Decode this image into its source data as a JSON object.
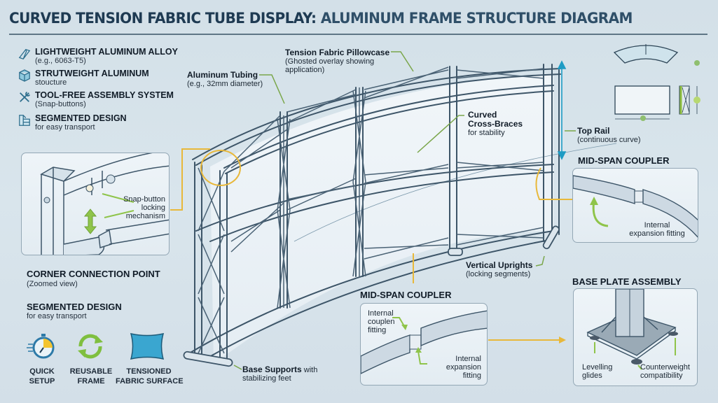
{
  "title": {
    "part1": "CURVED TENSION FABRIC TUBE DISPLAY:",
    "part2": "ALUMINUM FRAME STRUCTURE DIAGRAM"
  },
  "features": [
    {
      "icon": "aluminum-bar-icon",
      "title": "LIGHTWEIGHT ALUMINUM ALLOY",
      "sub": "(e.g., 6063-T5)"
    },
    {
      "icon": "cube-icon",
      "title": "STRUTWEIGHT ALUMINUM",
      "sub": "stoucture"
    },
    {
      "icon": "tools-icon",
      "title": "TOOL-FREE ASSEMBLY SYSTEM",
      "sub": "(Snap-buttons)"
    },
    {
      "icon": "segments-icon",
      "title": "SEGMENTED DESIGN",
      "sub": "for easy transport"
    }
  ],
  "corner_panel": {
    "callout": [
      "Snap-button",
      "locking",
      "mechanism"
    ],
    "title": "CORNER CONNECTION POINT",
    "sub": "(Zoomed view)"
  },
  "segmented": {
    "title": "SEGMENTED DESIGN",
    "sub": "for easy transport"
  },
  "benefits": [
    {
      "icon": "stopwatch-icon",
      "line1": "QUICK",
      "line2": "SETUP"
    },
    {
      "icon": "recycle-arrows-icon",
      "line1": "REUSABLE",
      "line2": "FRAME"
    },
    {
      "icon": "fabric-panel-icon",
      "line1": "TENSIONED",
      "line2": "FABRIC SURFACE"
    }
  ],
  "callouts": {
    "tubing": {
      "title": "Aluminum Tubing",
      "sub": "(e.g., 32mm diameter)"
    },
    "pillowcase": {
      "title": "Tension Fabric Pillowcase",
      "sub1": "(Ghosted overlay showing",
      "sub2": "application)"
    },
    "cross_braces": {
      "title1": "Curved",
      "title2": "Cross-Braces",
      "sub": "for stability"
    },
    "top_rail": {
      "title": "Top Rail",
      "sub": "(continuous curve)"
    },
    "uprights": {
      "title": "Vertical Uprights",
      "sub": "(locking segments)"
    },
    "base_supports": {
      "title": "Base Supports",
      "tail": "with",
      "sub": "stabilizing feet"
    }
  },
  "coupler_right": {
    "title": "MID-SPAN COUPLER",
    "label1": "Internal",
    "label2": "expansion fitting"
  },
  "coupler_bottom": {
    "title": "MID-SPAN COUPLER",
    "label_a": [
      "Internal",
      "couplen",
      "fitting"
    ],
    "label_b": [
      "Internal",
      "expansion",
      "fitting"
    ]
  },
  "base_plate": {
    "title": "BASE PLATE ASSEMBLY",
    "label_a": [
      "Levelling",
      "glides"
    ],
    "label_b": [
      "Counterweight",
      "compatibility"
    ]
  },
  "colors": {
    "title": "#1e3a52",
    "frame": "#3d5568",
    "callout_line": "#7aa64a",
    "leader_line": "#e8b83a",
    "dimension": "#1e9cc4",
    "fabric": "#3aa6d0"
  }
}
